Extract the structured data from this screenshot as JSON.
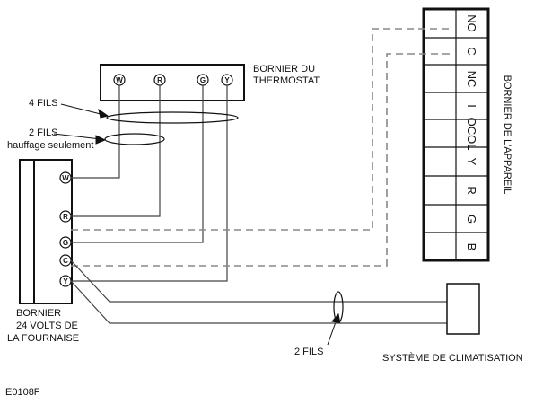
{
  "labels": {
    "thermostat_block_line1": "BORNIER DU",
    "thermostat_block_line2": "THERMOSTAT",
    "four_wires": "4 FILS",
    "two_wires_line1": "2 FILS",
    "two_wires_line2": "hauffage seulement",
    "furnace_block_line1": "BORNIER",
    "furnace_block_line2": "24 VOLTS DE",
    "furnace_block_line3": "LA FOURNAISE",
    "two_wires_bottom": "2 FILS",
    "ac_system": "SYSTÈME DE CLIMATISATION",
    "appliance_block": "BORNIER DE L'APPAREIL",
    "figure_code": "E0108F"
  },
  "thermostat_terminals": [
    "W",
    "R",
    "G",
    "Y"
  ],
  "furnace_terminals": [
    "W",
    "R",
    "G",
    "C",
    "Y"
  ],
  "appliance_terminals": [
    "NO",
    "C",
    "NC",
    "I",
    "OCOL",
    "Y",
    "R",
    "G",
    "B"
  ],
  "colors": {
    "line": "#111111",
    "wire": "#444444",
    "dashed": "#888888"
  }
}
